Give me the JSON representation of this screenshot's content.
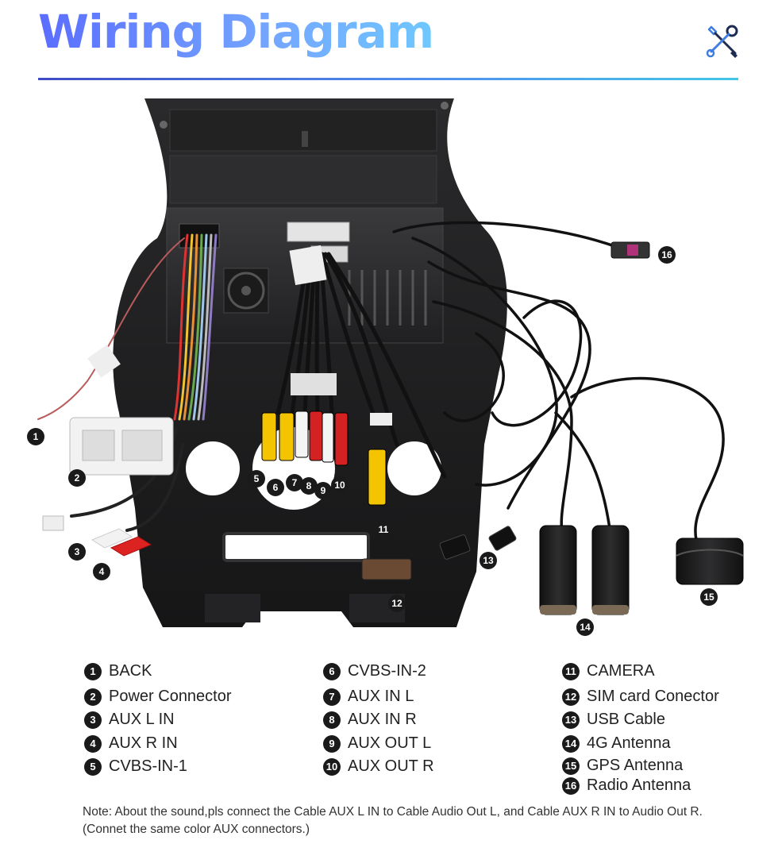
{
  "header": {
    "title": "Wiring Diagram"
  },
  "icons": {
    "tools": "tools-icon"
  },
  "colors": {
    "title_gradient_start": "#5b6dff",
    "title_gradient_end": "#6fc8ff",
    "rule_start": "#3f4cc4",
    "rule_end": "#43c6e8",
    "badge": "#1a1a1a"
  },
  "callouts": [
    "1",
    "2",
    "3",
    "4",
    "5",
    "6",
    "7",
    "8",
    "9",
    "10",
    "11",
    "12",
    "13",
    "14",
    "15",
    "16"
  ],
  "legend": {
    "col1": [
      {
        "num": "1",
        "label": "BACK"
      },
      {
        "num": "2",
        "label": "Power Connector"
      },
      {
        "num": "3",
        "label": "AUX L IN"
      },
      {
        "num": "4",
        "label": "AUX R IN"
      },
      {
        "num": "5",
        "label": "CVBS-IN-1"
      }
    ],
    "col2": [
      {
        "num": "6",
        "label": "CVBS-IN-2"
      },
      {
        "num": "7",
        "label": "AUX IN L"
      },
      {
        "num": "8",
        "label": "AUX IN R"
      },
      {
        "num": "9",
        "label": "AUX OUT L"
      },
      {
        "num": "10",
        "label": "AUX OUT R"
      }
    ],
    "col3": [
      {
        "num": "11",
        "label": "CAMERA"
      },
      {
        "num": "12",
        "label": "SIM card Conector"
      },
      {
        "num": "13",
        "label": "USB Cable"
      },
      {
        "num": "14",
        "label": "4G Antenna"
      },
      {
        "num": "15",
        "label": "GPS Antenna"
      },
      {
        "num": "16",
        "label": "Radio Antenna"
      }
    ]
  },
  "note": "Note: About the sound,pls connect the Cable AUX L IN to Cable Audio Out L, and Cable AUX R IN to Audio Out R.(Connet the same color AUX connectors.)"
}
